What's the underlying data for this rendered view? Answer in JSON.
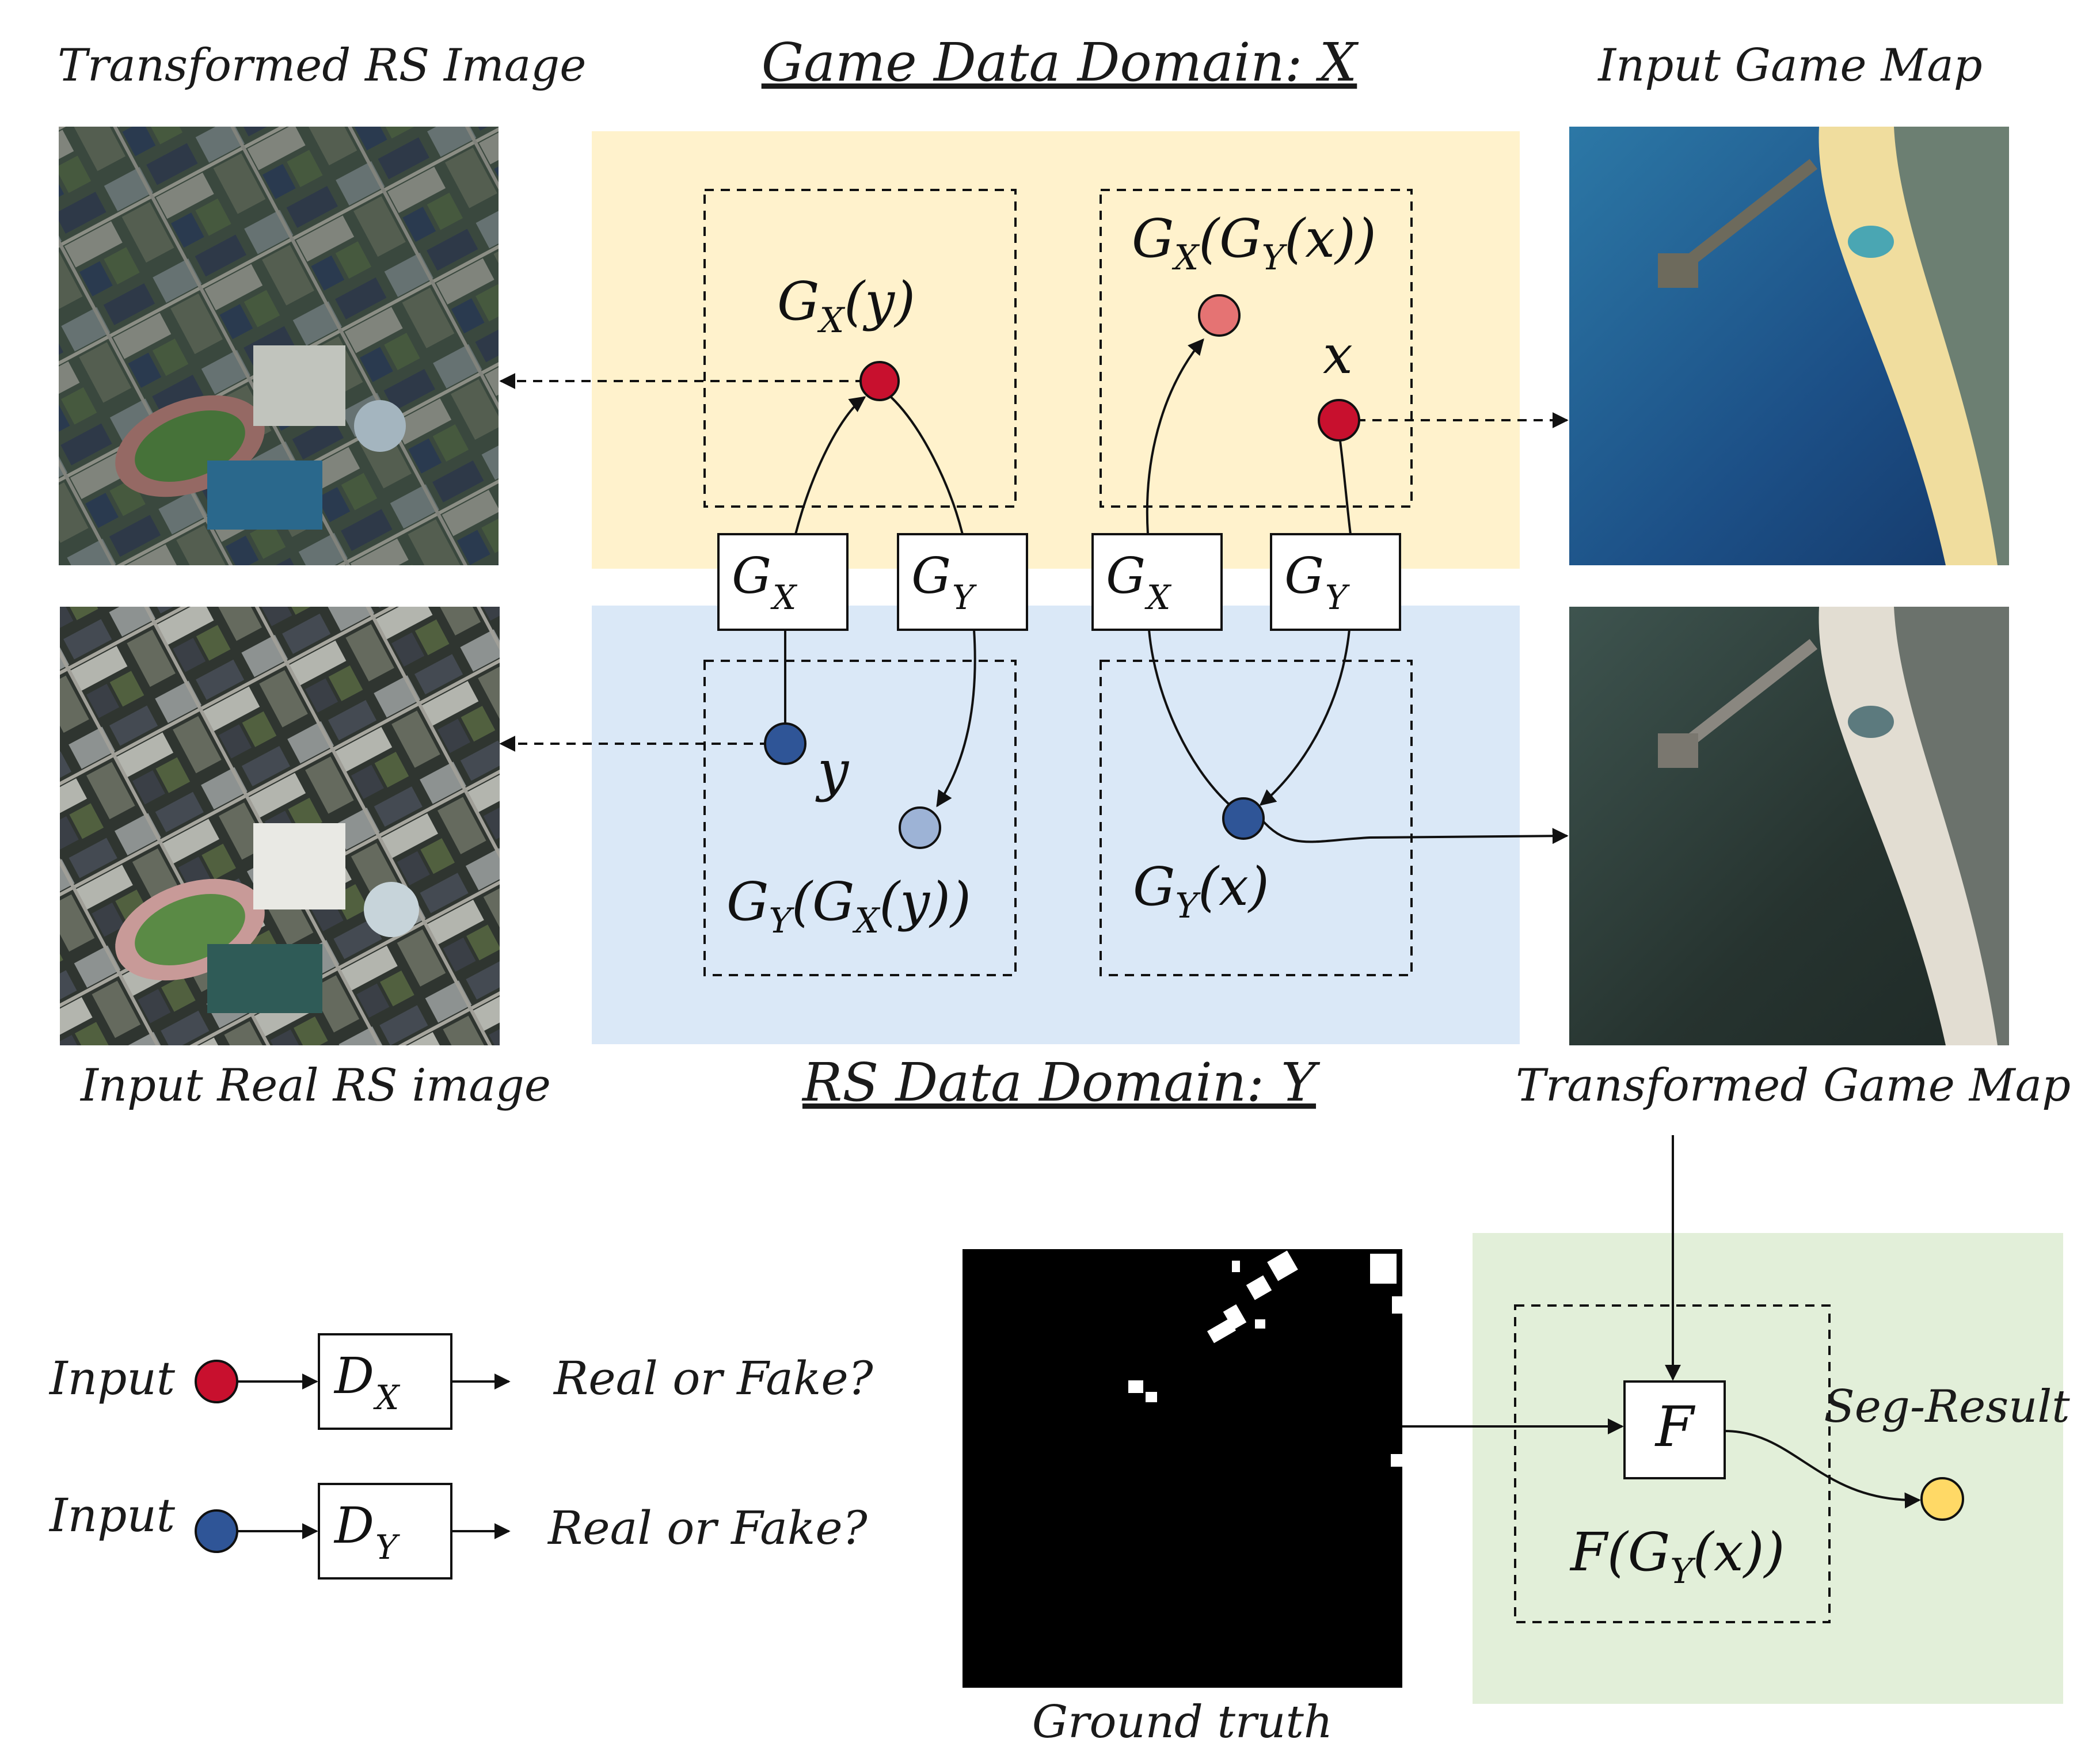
{
  "titles": {
    "game_domain": "Game Data Domain: X",
    "rs_domain": "RS Data Domain: Y"
  },
  "captions": {
    "transformed_rs": "Transformed RS Image",
    "input_real_rs": "Input Real RS image",
    "input_game_map": "Input Game Map",
    "transformed_game_map": "Transformed Game Map",
    "ground_truth": "Ground truth",
    "seg_result": "Seg-Result"
  },
  "generator_boxes": {
    "gx_left": "G",
    "gx_left_sub": "X",
    "gy_left": "G",
    "gy_left_sub": "Y",
    "gx_right": "G",
    "gx_right_sub": "X",
    "gy_right": "G",
    "gy_right_sub": "Y"
  },
  "node_labels": {
    "gx_y": "G_X(y)",
    "gx_gy_x": "G_X(G_Y(x))",
    "x": "x",
    "y": "y",
    "gy_gx_y": "G_Y(G_X(y))",
    "gy_x": "G_Y(x)",
    "f_gy_x": "F(G_Y(x))",
    "f_box": "F"
  },
  "discriminators": [
    {
      "input_label": "Input",
      "box": "D",
      "sub": "X",
      "output": "Real or Fake?",
      "node_color": "#c8102e"
    },
    {
      "input_label": "Input",
      "box": "D",
      "sub": "Y",
      "output": "Real or Fake?",
      "node_color": "#2f5597"
    }
  ],
  "colors": {
    "game_domain_bg": "#fff2cc",
    "rs_domain_bg": "#dae8f7",
    "seg_bg": "#e2efd9",
    "red_node": "#c8102e",
    "red_node_light": "#e57373",
    "blue_node": "#2f5597",
    "blue_node_light": "#9db3d6",
    "yellow_node": "#ffd966"
  }
}
